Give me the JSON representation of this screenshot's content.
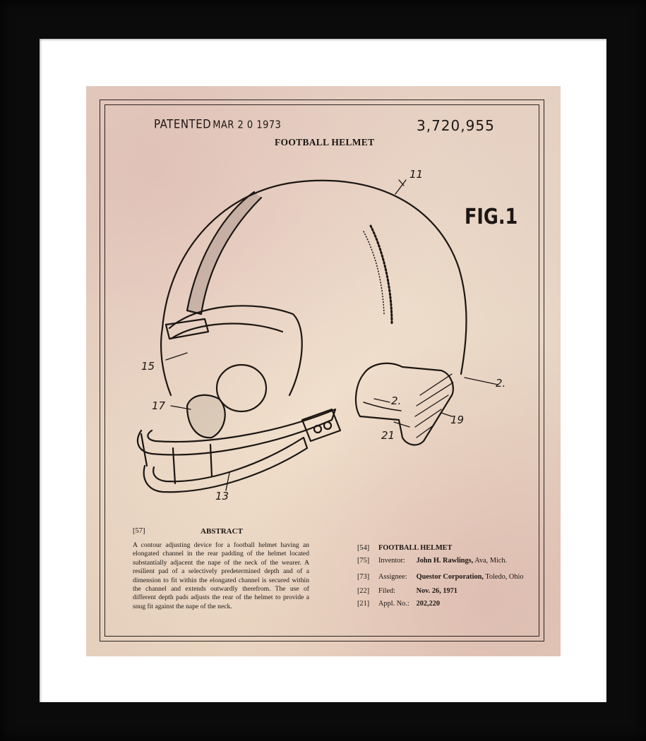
{
  "patent": {
    "patented_label": "PATENTED",
    "patented_date": "MAR 2 0 1973",
    "number": "3,720,955",
    "title": "FOOTBALL HELMET",
    "figure_label": "FIG.1"
  },
  "drawing": {
    "callouts": [
      "11",
      "15",
      "17",
      "13",
      "2.",
      "2.",
      "21",
      "19"
    ]
  },
  "abstract": {
    "code": "[57]",
    "heading": "ABSTRACT",
    "text": "A contour adjusting device for a football helmet having an elongated channel in the rear padding of the helmet located substantially adjacent the nape of the neck of the wearer. A resilient pad of a selectively predetermined depth and of a dimension to fit within the elongated channel is secured within the channel and extends outwardly therefrom. The use of different depth pads adjusts the rear of the helmet to provide a snug fit against the nape of the neck."
  },
  "bibliographic": [
    {
      "code": "[54]",
      "label": "",
      "value": "FOOTBALL HELMET",
      "extra": ""
    },
    {
      "code": "[75]",
      "label": "Inventor:",
      "value": "John H. Rawlings,",
      "extra": "Ava, Mich."
    },
    {
      "code": "[73]",
      "label": "Assignee:",
      "value": "Questor Corporation,",
      "extra": "Toledo, Ohio"
    },
    {
      "code": "[22]",
      "label": "Filed:",
      "value": "Nov. 26, 1971",
      "extra": ""
    },
    {
      "code": "[21]",
      "label": "Appl. No.:",
      "value": "202,220",
      "extra": ""
    }
  ],
  "colors": {
    "frame": "#0b0b0b",
    "mat": "#ffffff",
    "paper": "#f0ddca",
    "ink": "#1b1613"
  }
}
